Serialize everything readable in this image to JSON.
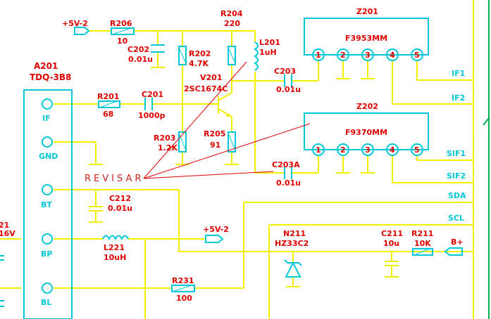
{
  "module": {
    "ref": "A201",
    "part": "TDQ-3B8",
    "pins": [
      "IF",
      "GND",
      "BT",
      "BP",
      "BL"
    ]
  },
  "ic_z201": {
    "ref": "Z201",
    "part": "F3953MM",
    "pins": [
      "1",
      "2",
      "3",
      "4",
      "5"
    ]
  },
  "ic_z202": {
    "ref": "Z202",
    "part": "F9370MM",
    "pins": [
      "1",
      "2",
      "3",
      "4",
      "5"
    ]
  },
  "components": {
    "r206": {
      "ref": "R206",
      "value": "10"
    },
    "r204": {
      "ref": "R204",
      "value": "220"
    },
    "c202": {
      "ref": "C202",
      "value": "0.01u"
    },
    "r202": {
      "ref": "R202",
      "value": "4.7K"
    },
    "l201": {
      "ref": "L201",
      "value": "1uH"
    },
    "v201": {
      "ref": "V201",
      "value": "2SC1674C"
    },
    "c203": {
      "ref": "C203",
      "value": "0.01u"
    },
    "r201": {
      "ref": "R201",
      "value": "68"
    },
    "c201": {
      "ref": "C201",
      "value": "1000p"
    },
    "r203": {
      "ref": "R203",
      "value": "1.2K"
    },
    "r205": {
      "ref": "R205",
      "value": "91"
    },
    "c203a": {
      "ref": "C203A",
      "value": "0.01u"
    },
    "c212": {
      "ref": "C212",
      "value": "0.01u"
    },
    "l221": {
      "ref": "L221",
      "value": "10uH"
    },
    "r231": {
      "ref": "R231",
      "value": "100"
    },
    "n211": {
      "ref": "N211",
      "value": "HZ33C2"
    },
    "c211": {
      "ref": "C211",
      "value": "10u"
    },
    "r211": {
      "ref": "R211",
      "value": "10K"
    }
  },
  "nets": {
    "plus5v_top": "+5V-2",
    "plus5v_mid": "+5V-2",
    "bplus": "B+",
    "if1": "IF1",
    "if2": "IF2",
    "sif1": "SIF1",
    "sif2": "SIF2",
    "sda": "SDA",
    "scl": "SCL"
  },
  "left_edge": {
    "top": "21",
    "bottom": "16V"
  },
  "annotation": "REVISAR",
  "colors": {
    "wire": "#f0f000",
    "block": "#00c8d8",
    "label": "#e00000",
    "rail": "#00b050"
  }
}
